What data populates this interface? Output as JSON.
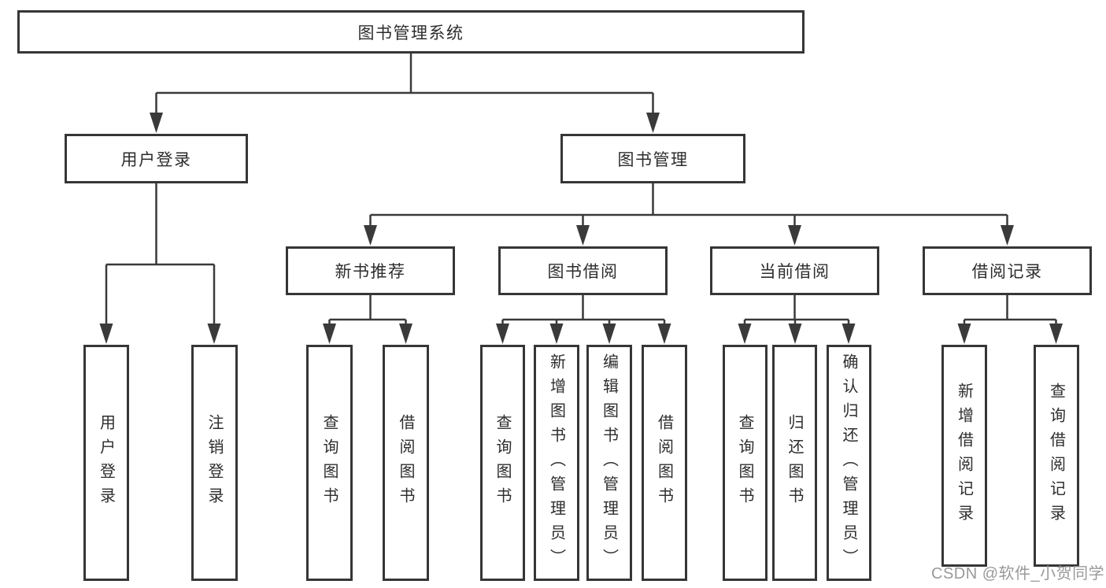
{
  "diagram": {
    "title": "图书管理系统",
    "branches": [
      {
        "label": "用户登录",
        "children": [
          {
            "label": "用户登录"
          },
          {
            "label": "注销登录"
          }
        ]
      },
      {
        "label": "图书管理",
        "children": [
          {
            "label": "新书推荐",
            "children": [
              {
                "label": "查询图书"
              },
              {
                "label": "借阅图书"
              }
            ]
          },
          {
            "label": "图书借阅",
            "children": [
              {
                "label": "查询图书"
              },
              {
                "label": "新增图书（管理员）"
              },
              {
                "label": "编辑图书（管理员）"
              },
              {
                "label": "借阅图书"
              }
            ]
          },
          {
            "label": "当前借阅",
            "children": [
              {
                "label": "查询图书"
              },
              {
                "label": "归还图书"
              },
              {
                "label": "确认归还（管理员）"
              }
            ]
          },
          {
            "label": "借阅记录",
            "children": [
              {
                "label": "新增借阅记录"
              },
              {
                "label": "查询借阅记录"
              }
            ]
          }
        ]
      }
    ]
  },
  "watermark": {
    "text": "CSDN @软件_小贺同学",
    "color": "#949494"
  },
  "colors": {
    "line": "#3a3a3a",
    "box_border": "#363636",
    "text": "#2d2d2d",
    "background": "#ffffff"
  }
}
